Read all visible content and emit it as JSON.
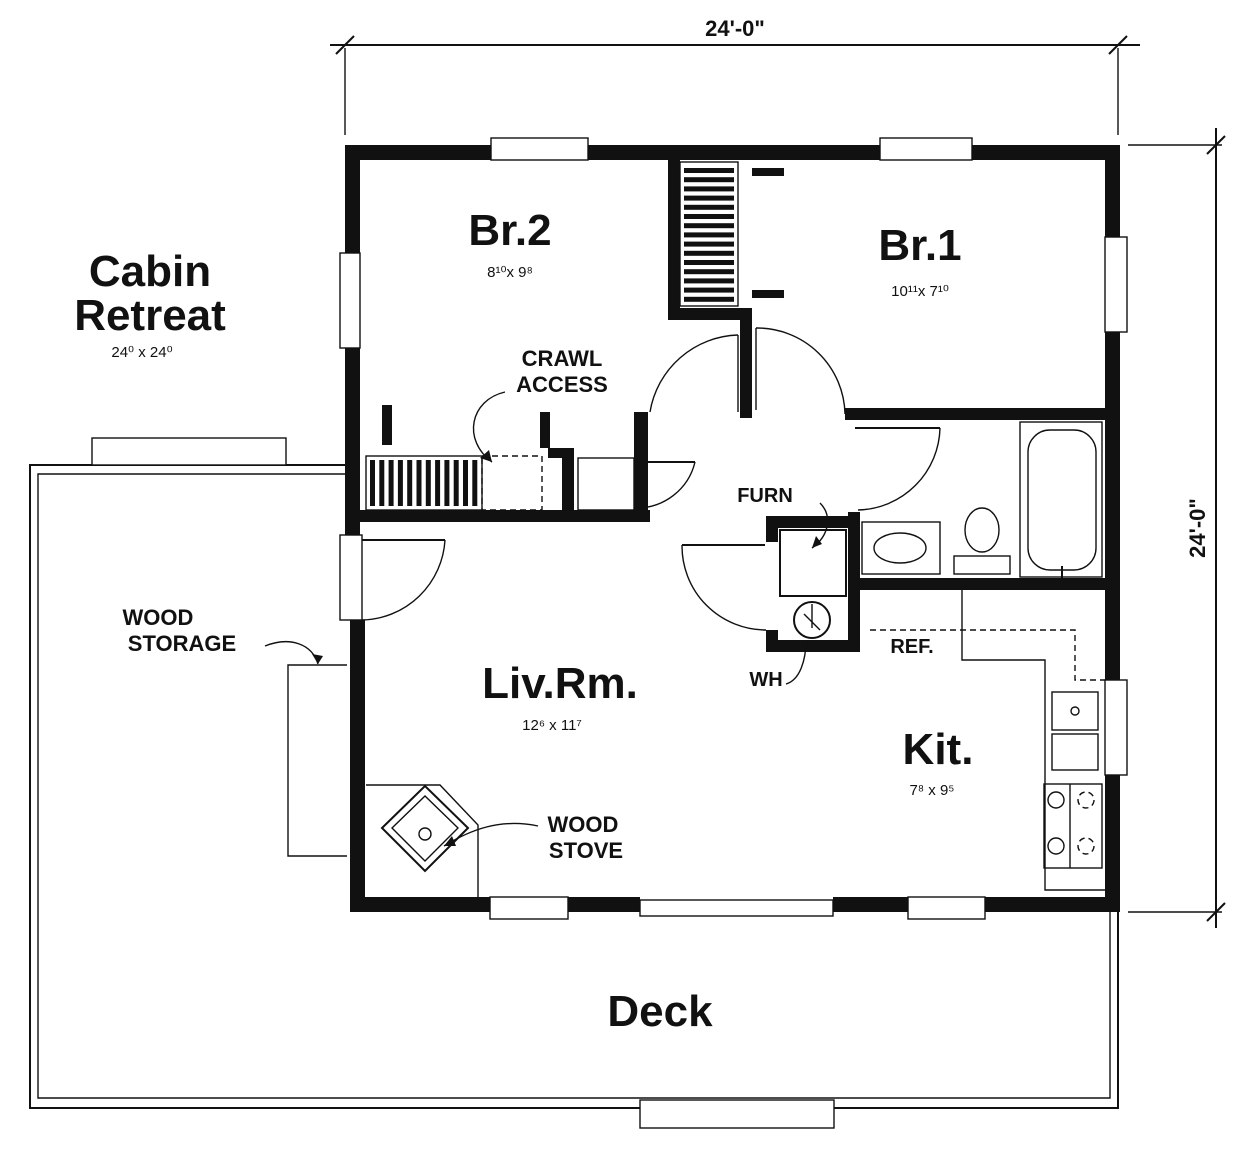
{
  "title": {
    "line1": "Cabin",
    "line2": "Retreat",
    "size": "24⁰ x 24⁰"
  },
  "dimensions": {
    "width": "24'-0\"",
    "depth": "24'-0\""
  },
  "rooms": {
    "br2": {
      "name": "Br.2",
      "size": "8¹⁰x 9⁸"
    },
    "br1": {
      "name": "Br.1",
      "size": "10¹¹x 7¹⁰"
    },
    "liv": {
      "name": "Liv.Rm.",
      "size": "12⁶ x 11⁷"
    },
    "kit": {
      "name": "Kit.",
      "size": "7⁸ x 9⁵"
    },
    "deck": {
      "name": "Deck"
    }
  },
  "labels": {
    "crawl1": "CRAWL",
    "crawl2": "ACCESS",
    "furn": "FURN",
    "wh": "WH",
    "ref": "REF.",
    "wood_storage1": "WOOD",
    "wood_storage2": "STORAGE",
    "wood_stove1": "WOOD",
    "wood_stove2": "STOVE"
  }
}
